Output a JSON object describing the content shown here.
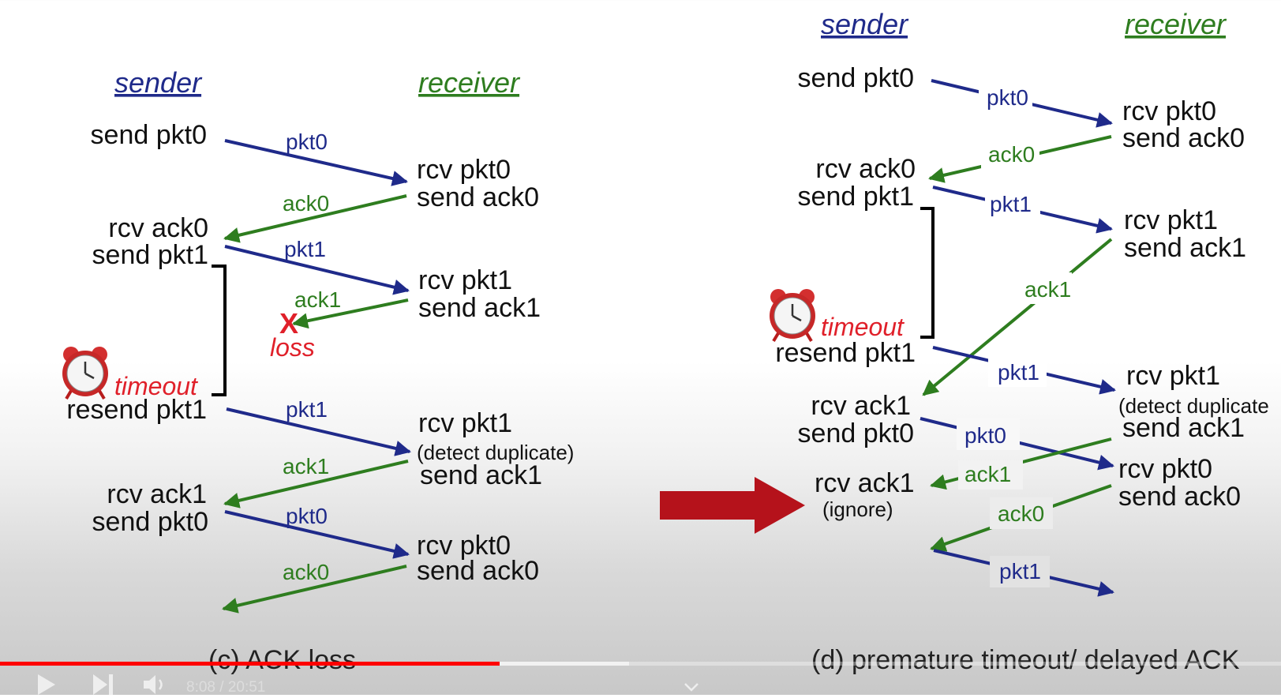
{
  "slide": {
    "left": {
      "sender_header": "sender",
      "receiver_header": "receiver",
      "sender_events": [
        "send pkt0",
        "rcv ack0",
        "send pkt1",
        "timeout",
        "resend pkt1",
        "rcv ack1",
        "send pkt0"
      ],
      "receiver_events": [
        "rcv pkt0",
        "send ack0",
        "rcv pkt1",
        "send ack1",
        "rcv pkt1",
        "(detect duplicate)",
        "send ack1",
        "rcv pkt0",
        "send ack0"
      ],
      "message_labels": [
        "pkt0",
        "ack0",
        "pkt1",
        "ack1",
        "pkt1",
        "ack1",
        "pkt0",
        "ack0"
      ],
      "loss_mark": "X",
      "loss_label": "loss",
      "caption": "(c) ACK loss"
    },
    "right": {
      "sender_header": "sender",
      "receiver_header": "receiver",
      "sender_events": [
        "send pkt0",
        "rcv ack0",
        "send pkt1",
        "timeout",
        "resend pkt1",
        "rcv ack1",
        "send pkt0",
        "rcv ack1",
        "(ignore)"
      ],
      "receiver_events": [
        "rcv pkt0",
        "send ack0",
        "rcv pkt1",
        "send ack1",
        "rcv pkt1",
        "(detect duplicate",
        "send ack1",
        "rcv pkt0",
        "send ack0"
      ],
      "message_labels": [
        "pkt0",
        "ack0",
        "pkt1",
        "ack1",
        "pkt1",
        "pkt0",
        "ack1",
        "ack0",
        "pkt1"
      ],
      "caption": "(d) premature timeout/ delayed ACK"
    },
    "colors": {
      "sender_header": "#1f2a8a",
      "receiver_header": "#2e7d1f",
      "pkt_arrow": "#1f2a8a",
      "ack_arrow": "#2e7d1f",
      "timeout_text": "#e0202a",
      "big_arrow": "#b5121b"
    }
  },
  "player": {
    "time_display": "8:08 / 20:51",
    "progress_fraction": 0.39,
    "progress_color": "#ff0000",
    "icons": [
      "play-icon",
      "next-icon",
      "volume-icon",
      "chevron-down-icon"
    ]
  }
}
